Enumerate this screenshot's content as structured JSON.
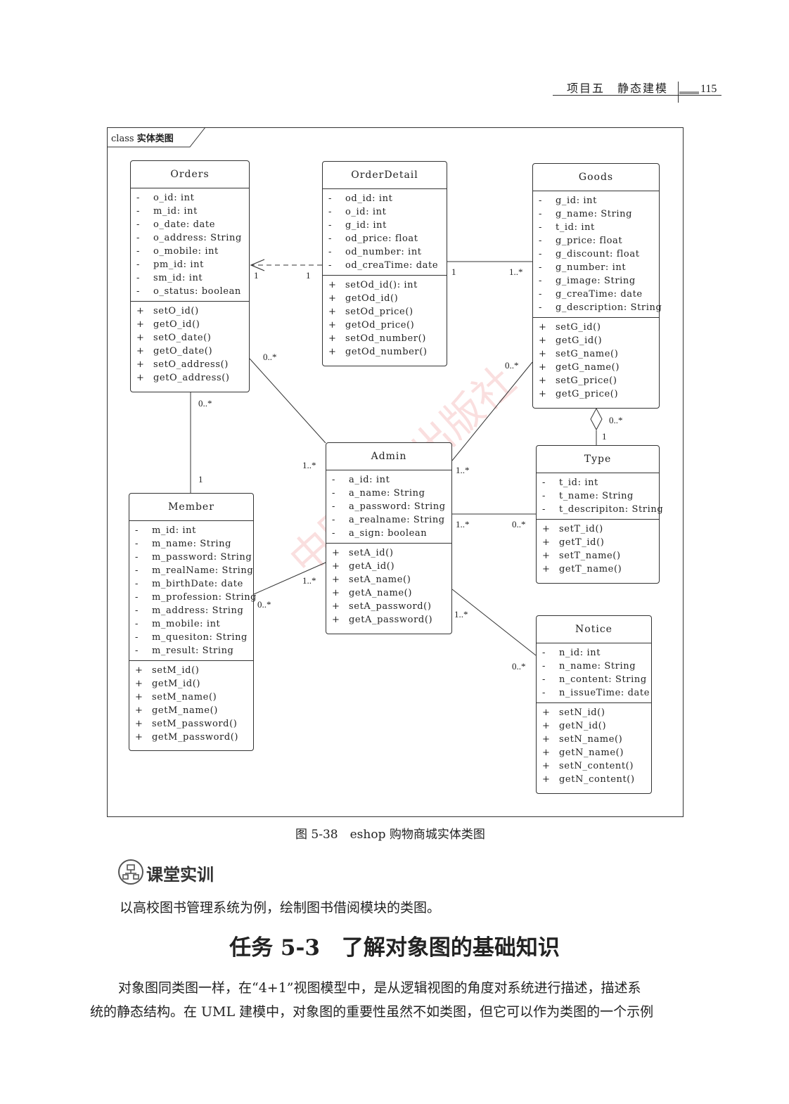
{
  "header": {
    "section": "项目五　静态建模",
    "page_number": "115"
  },
  "diagram": {
    "frame_label_prefix": "class",
    "frame_label_name": "实体类图",
    "classes": {
      "orders": {
        "name": "Orders",
        "attributes": [
          {
            "vis": "-",
            "text": "o_id: int"
          },
          {
            "vis": "-",
            "text": "m_id: int"
          },
          {
            "vis": "-",
            "text": "o_date: date"
          },
          {
            "vis": "-",
            "text": "o_address: String"
          },
          {
            "vis": "-",
            "text": "o_mobile: int"
          },
          {
            "vis": "-",
            "text": "pm_id: int"
          },
          {
            "vis": "-",
            "text": "sm_id: int"
          },
          {
            "vis": "-",
            "text": "o_status: boolean"
          }
        ],
        "methods": [
          {
            "vis": "+",
            "text": "setO_id()"
          },
          {
            "vis": "+",
            "text": "getO_id()"
          },
          {
            "vis": "+",
            "text": "setO_date()"
          },
          {
            "vis": "+",
            "text": "getO_date()"
          },
          {
            "vis": "+",
            "text": "setO_address()"
          },
          {
            "vis": "+",
            "text": "getO_address()"
          }
        ]
      },
      "orderdetail": {
        "name": "OrderDetail",
        "attributes": [
          {
            "vis": "-",
            "text": "od_id: int"
          },
          {
            "vis": "-",
            "text": "o_id: int"
          },
          {
            "vis": "-",
            "text": "g_id: int"
          },
          {
            "vis": "-",
            "text": "od_price: float"
          },
          {
            "vis": "-",
            "text": "od_number: int"
          },
          {
            "vis": "-",
            "text": "od_creaTime: date"
          }
        ],
        "methods": [
          {
            "vis": "+",
            "text": "setOd_id(): int"
          },
          {
            "vis": "+",
            "text": "getOd_id()"
          },
          {
            "vis": "+",
            "text": "setOd_price()"
          },
          {
            "vis": "+",
            "text": "getOd_price()"
          },
          {
            "vis": "+",
            "text": "setOd_number()"
          },
          {
            "vis": "+",
            "text": "getOd_number()"
          }
        ]
      },
      "goods": {
        "name": "Goods",
        "attributes": [
          {
            "vis": "-",
            "text": "g_id: int"
          },
          {
            "vis": "-",
            "text": "g_name: String"
          },
          {
            "vis": "-",
            "text": "t_id: int"
          },
          {
            "vis": "-",
            "text": "g_price: float"
          },
          {
            "vis": "-",
            "text": "g_discount: float"
          },
          {
            "vis": "-",
            "text": "g_number: int"
          },
          {
            "vis": "-",
            "text": "g_image: String"
          },
          {
            "vis": "-",
            "text": "g_creaTime: date"
          },
          {
            "vis": "-",
            "text": "g_description: String"
          }
        ],
        "methods": [
          {
            "vis": "+",
            "text": "setG_id()"
          },
          {
            "vis": "+",
            "text": "getG_id()"
          },
          {
            "vis": "+",
            "text": "setG_name()"
          },
          {
            "vis": "+",
            "text": "getG_name()"
          },
          {
            "vis": "+",
            "text": "setG_price()"
          },
          {
            "vis": "+",
            "text": "getG_price()"
          }
        ]
      },
      "admin": {
        "name": "Admin",
        "attributes": [
          {
            "vis": "-",
            "text": "a_id: int"
          },
          {
            "vis": "-",
            "text": "a_name: String"
          },
          {
            "vis": "-",
            "text": "a_password: String"
          },
          {
            "vis": "-",
            "text": "a_realname: String"
          },
          {
            "vis": "-",
            "text": "a_sign: boolean"
          }
        ],
        "methods": [
          {
            "vis": "+",
            "text": "setA_id()"
          },
          {
            "vis": "+",
            "text": "getA_id()"
          },
          {
            "vis": "+",
            "text": "setA_name()"
          },
          {
            "vis": "+",
            "text": "getA_name()"
          },
          {
            "vis": "+",
            "text": "setA_password()"
          },
          {
            "vis": "+",
            "text": "getA_password()"
          }
        ]
      },
      "type": {
        "name": "Type",
        "attributes": [
          {
            "vis": "-",
            "text": "t_id: int"
          },
          {
            "vis": "-",
            "text": "t_name: String"
          },
          {
            "vis": "-",
            "text": "t_descripiton: String"
          }
        ],
        "methods": [
          {
            "vis": "+",
            "text": "setT_id()"
          },
          {
            "vis": "+",
            "text": "getT_id()"
          },
          {
            "vis": "+",
            "text": "setT_name()"
          },
          {
            "vis": "+",
            "text": "getT_name()"
          }
        ]
      },
      "member": {
        "name": "Member",
        "attributes": [
          {
            "vis": "-",
            "text": "m_id: int"
          },
          {
            "vis": "-",
            "text": "m_name: String"
          },
          {
            "vis": "-",
            "text": "m_password: String"
          },
          {
            "vis": "-",
            "text": "m_realName: String"
          },
          {
            "vis": "-",
            "text": "m_birthDate: date"
          },
          {
            "vis": "-",
            "text": "m_profession: String"
          },
          {
            "vis": "-",
            "text": "m_address: String"
          },
          {
            "vis": "-",
            "text": "m_mobile: int"
          },
          {
            "vis": "-",
            "text": "m_quesiton: String"
          },
          {
            "vis": "-",
            "text": "m_result: String"
          }
        ],
        "methods": [
          {
            "vis": "+",
            "text": "setM_id()"
          },
          {
            "vis": "+",
            "text": "getM_id()"
          },
          {
            "vis": "+",
            "text": "setM_name()"
          },
          {
            "vis": "+",
            "text": "getM_name()"
          },
          {
            "vis": "+",
            "text": "setM_password()"
          },
          {
            "vis": "+",
            "text": "getM_password()"
          }
        ]
      },
      "notice": {
        "name": "Notice",
        "attributes": [
          {
            "vis": "-",
            "text": "n_id: int"
          },
          {
            "vis": "-",
            "text": "n_name: String"
          },
          {
            "vis": "-",
            "text": "n_content: String"
          },
          {
            "vis": "-",
            "text": "n_issueTime: date"
          }
        ],
        "methods": [
          {
            "vis": "+",
            "text": "setN_id()"
          },
          {
            "vis": "+",
            "text": "getN_id()"
          },
          {
            "vis": "+",
            "text": "setN_name()"
          },
          {
            "vis": "+",
            "text": "getN_name()"
          },
          {
            "vis": "+",
            "text": "setN_content()"
          },
          {
            "vis": "+",
            "text": "getN_content()"
          }
        ]
      }
    },
    "multiplicities": {
      "od_orders_near_orders": "1",
      "od_orders_near_od": "1",
      "od_goods_near_od": "1",
      "od_goods_near_goods": "1..*",
      "orders_admin_near_orders": "0..*",
      "orders_admin_near_admin": "1..*",
      "orders_member_near_orders": "0..*",
      "orders_member_near_member": "1",
      "goods_admin_near_goods": "0..*",
      "goods_admin_near_admin": "1..*",
      "goods_type_near_goods": "0..*",
      "goods_type_near_type": "1",
      "admin_type_near_admin": "1..*",
      "admin_type_near_type": "0..*",
      "admin_member_near_admin": "1..*",
      "admin_member_near_member": "0..*",
      "admin_notice_near_admin": "1..*",
      "admin_notice_near_notice": "0..*"
    },
    "watermark": "中国铁道出版社"
  },
  "caption": "图 5-38　eshop 购物商城实体类图",
  "practice": {
    "title": "课堂实训",
    "text": "以高校图书管理系统为例，绘制图书借阅模块的类图。"
  },
  "task_title": "任务 5-3　了解对象图的基础知识",
  "paragraph": {
    "line1": "对象图同类图一样，在“4+1”视图模型中，是从逻辑视图的角度对系统进行描述，描述系",
    "line2": "统的静态结构。在 UML 建模中，对象图的重要性虽然不如类图，但它可以作为类图的一个示例"
  },
  "colors": {
    "line": "#333333",
    "watermark": "#e65050"
  }
}
